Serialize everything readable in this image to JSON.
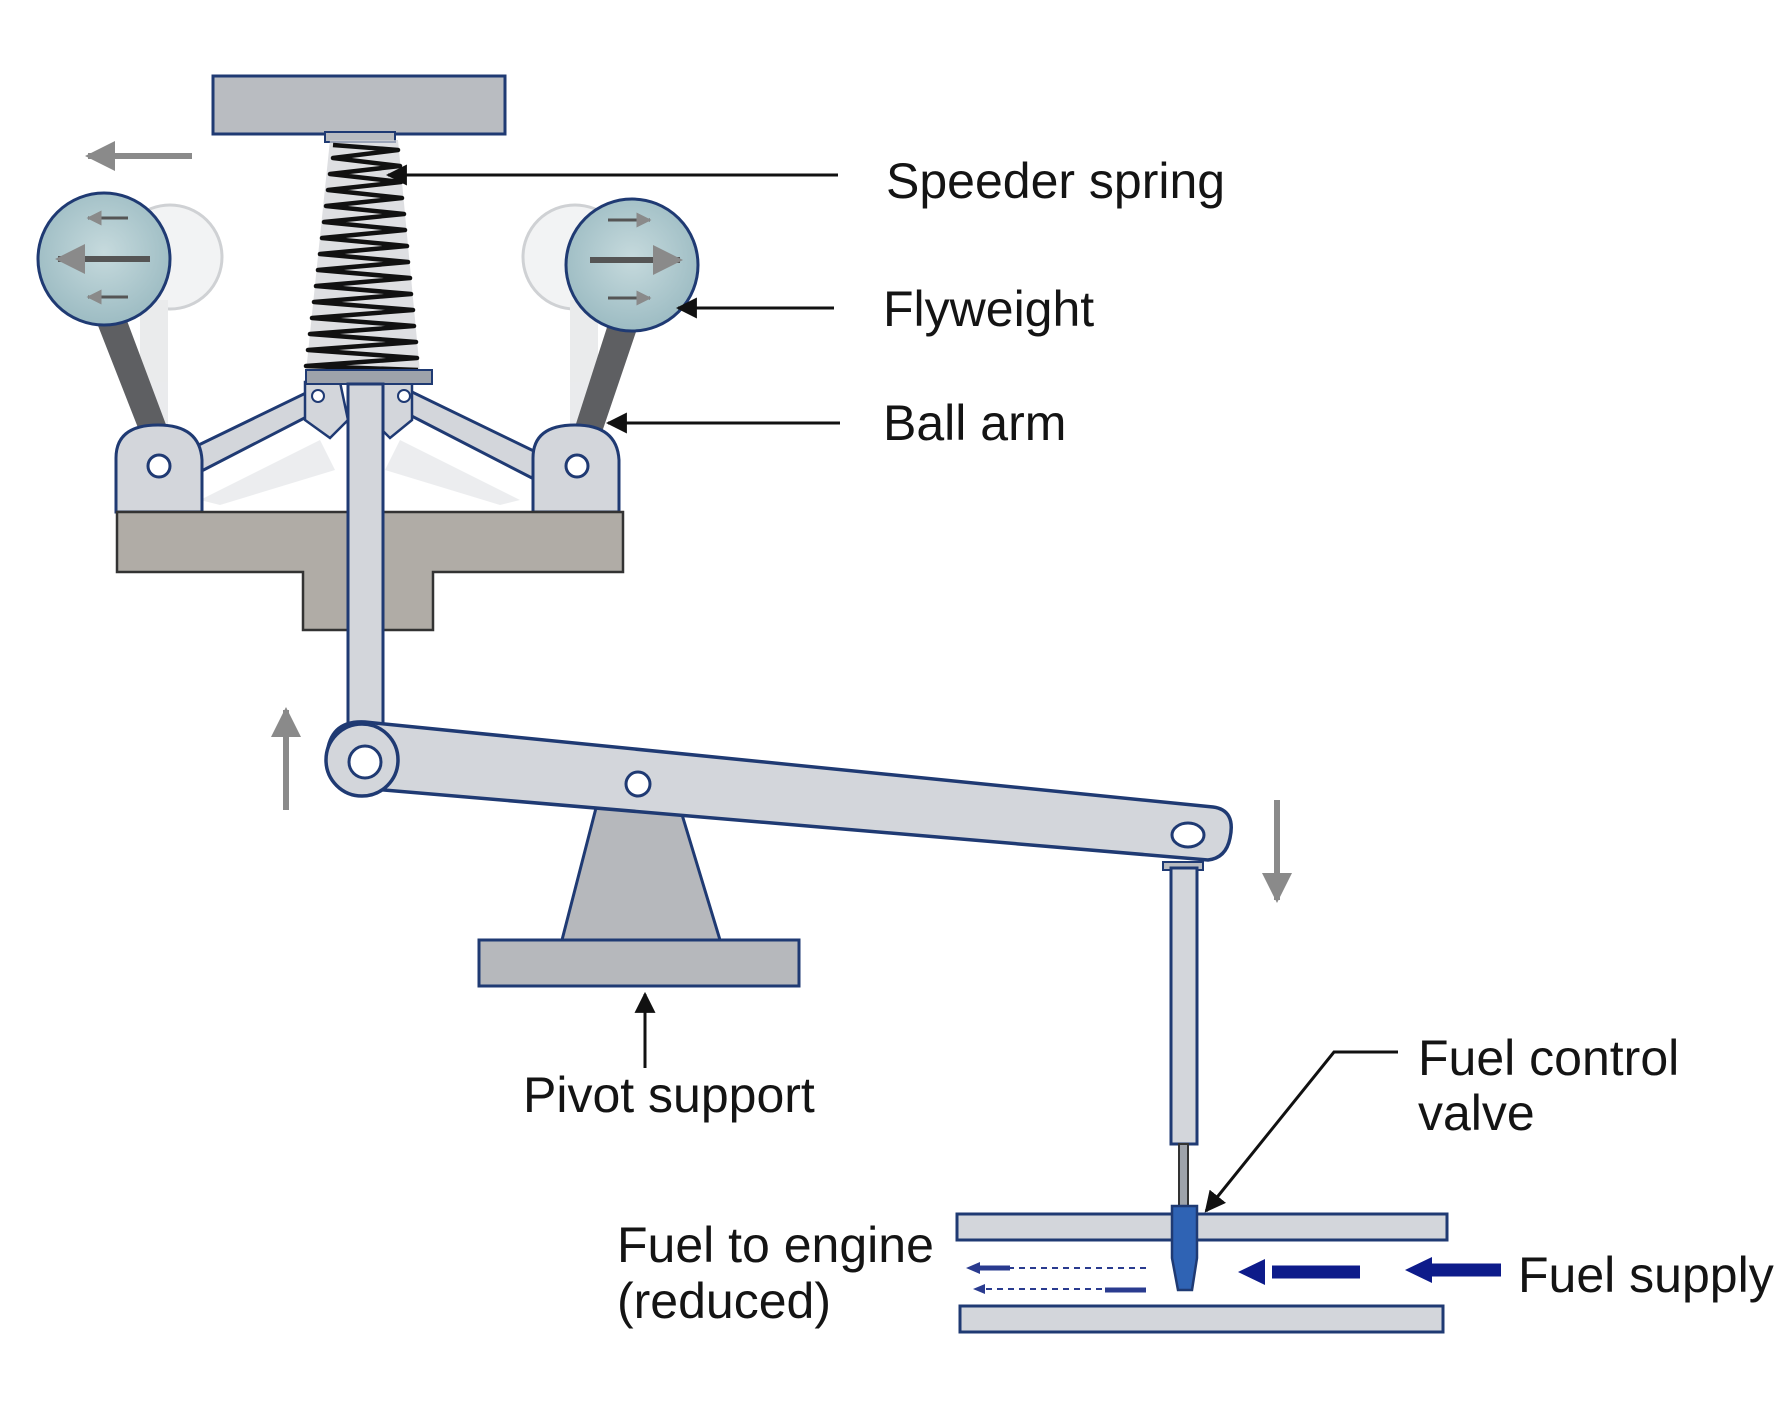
{
  "labels": {
    "speeder_spring": "Speeder spring",
    "flyweight": "Flyweight",
    "ball_arm": "Ball arm",
    "pivot_support": "Pivot support",
    "fuel_control_valve": [
      "Fuel control",
      "valve"
    ],
    "fuel_to_engine": [
      "Fuel to engine",
      "(reduced)"
    ],
    "fuel_supply": "Fuel supply"
  },
  "colors": {
    "outline": "#1f3a73",
    "part_fill": "#d3d6db",
    "base_fill": "#b0aca6",
    "pivot_fill": "#b6b8bc",
    "flyweight_fill": "#a9c3c9",
    "flow_arrow": "#0d1b8a",
    "valve_fill": "#2f63b4",
    "motion_arrow": "#8a8a8a"
  }
}
